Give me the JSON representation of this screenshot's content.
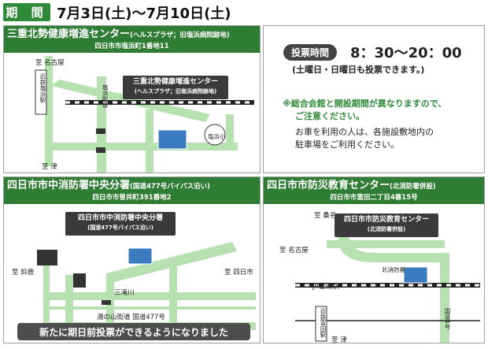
{
  "period": {
    "tag": "期 間",
    "text": "7月3日(土)～7月10日(土)"
  },
  "colors": {
    "header_green": "#2f7d34",
    "road_green": "#b7e1b1",
    "callout_dark": "#3a3a3a"
  },
  "venue1": {
    "name": "三重北勢健康増進センター",
    "name_note": "(ヘルスプラザ；旧塩浜病院跡地)",
    "address": "四日市市塩浜町1番地11",
    "callout_title": "三重北勢健康増進センター",
    "callout_sub": "(ヘルスプラザ；旧塩浜病院跡地)",
    "labels": {
      "to_nagoya": "至 名古屋",
      "to_tsu": "至 津",
      "kintetsu": "近鉄塩浜駅",
      "shiohama_street": "塩浜街道",
      "school": "塩浜小"
    }
  },
  "hours": {
    "label": "投票時間",
    "time": "8：30～20：00",
    "note": "(土曜日・日曜日も投票できます。)",
    "warning_1": "※総合会館と開設期間が異なりますので、",
    "warning_2": "ご注意ください。",
    "parking_1": "お車を利用の人は、各施設敷地内の",
    "parking_2": "駐車場をご利用ください。"
  },
  "venue2": {
    "name": "四日市市中消防署中央分署",
    "name_note": "(国道477号バイパス沿い)",
    "address": "四日市市曽井町391番地2",
    "callout_title": "四日市市中消防署中央分署",
    "callout_sub": "(国道477号バイパス沿い)",
    "labels": {
      "to_suzuka": "至 鈴鹿",
      "to_yokkaichi": "至 四日市",
      "mitaki": "三滝川",
      "road": "湯の山街道 国道477号"
    }
  },
  "venue3": {
    "name": "四日市市防災教育センター",
    "name_note": "(北消防署併設)",
    "address": "四日市市富田二丁目4番15号",
    "callout_title": "四日市市防災教育センター",
    "callout_sub": "(北消防署併設)",
    "labels": {
      "to_kuwana": "至 桑名",
      "to_nagoya": "至 名古屋",
      "to_tsu": "至 津",
      "jr": "JR富田駅",
      "kintetsu": "近鉄富田駅",
      "route1": "国道1号",
      "kita_fire": "北消防署"
    }
  },
  "banner": "新たに期日前投票ができるようになりました"
}
